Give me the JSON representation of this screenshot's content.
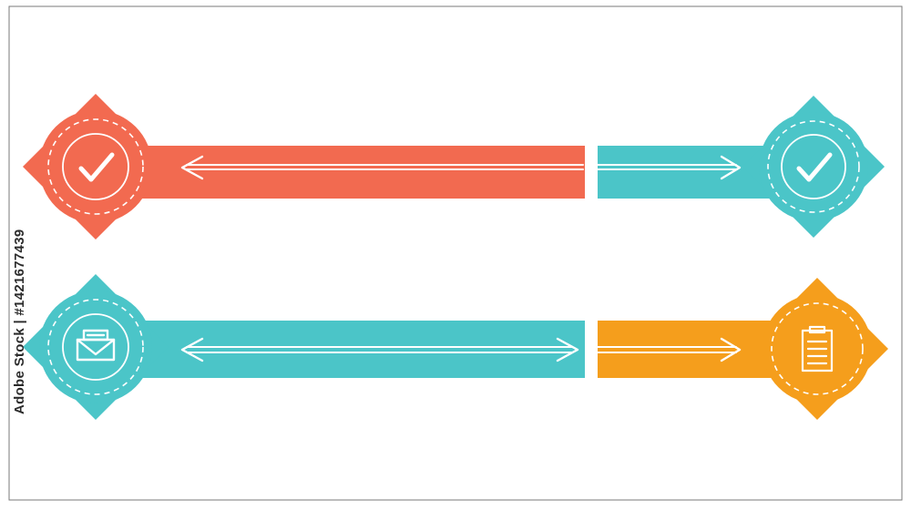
{
  "colors": {
    "coral": "#F26A50",
    "teal": "#4BC5C8",
    "orange": "#F59E1C",
    "white": "#FFFFFF",
    "frame": "#7A7A7A"
  },
  "rows": [
    {
      "left_badge": {
        "color": "#F26A50",
        "icon": "checkmark-icon"
      },
      "left_bar": {
        "color": "#F26A50",
        "arrow": "left"
      },
      "right_bar": {
        "color": "#4BC5C8",
        "arrow": "right"
      },
      "right_badge": {
        "color": "#4BC5C8",
        "icon": "checkmark-icon"
      }
    },
    {
      "left_badge": {
        "color": "#4BC5C8",
        "icon": "inbox-tray-icon"
      },
      "left_bar": {
        "color": "#4BC5C8",
        "arrow": "both"
      },
      "right_bar": {
        "color": "#F59E1C",
        "arrow": "right"
      },
      "right_badge": {
        "color": "#F59E1C",
        "icon": "document-list-icon"
      }
    }
  ],
  "watermark": {
    "prefix": "Adobe Stock",
    "separator": "|",
    "number": "#1421677439",
    "text": "Adobe Stock | #1421677439"
  }
}
